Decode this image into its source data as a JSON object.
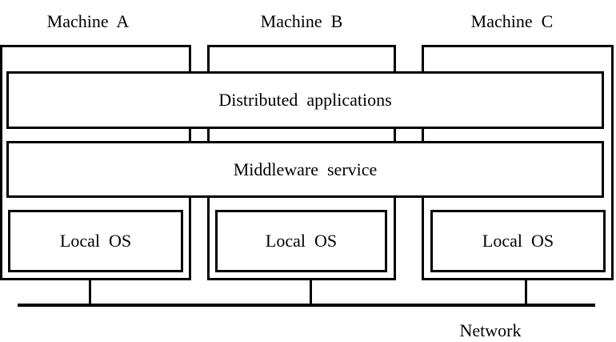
{
  "machines": [
    {
      "label": "Machine  A",
      "os_label": "Local  OS"
    },
    {
      "label": "Machine  B",
      "os_label": "Local  OS"
    },
    {
      "label": "Machine  C",
      "os_label": "Local  OS"
    }
  ],
  "layers": {
    "applications": "Distributed  applications",
    "middleware": "Middleware  service"
  },
  "network": {
    "label": "Network"
  }
}
